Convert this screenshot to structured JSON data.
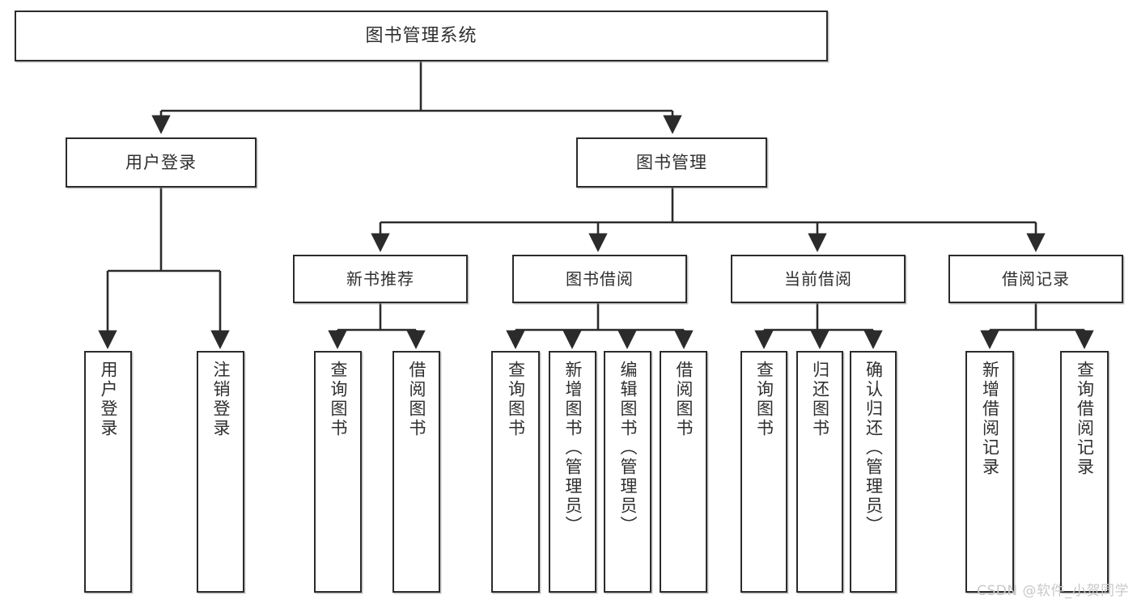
{
  "diagram": {
    "title": "图书管理系统",
    "type": "tree-hierarchy-chart",
    "orientation": "top-down",
    "colors": {
      "box_border": "#2b2b2b",
      "box_fill": "#ffffff",
      "text": "#2f2f2f",
      "connector": "#2b2b2b",
      "watermark": "#c9c9c9",
      "background": "#ffffff"
    }
  },
  "root": {
    "label": "图书管理系统"
  },
  "level2": [
    {
      "label": "用户登录"
    },
    {
      "label": "图书管理"
    }
  ],
  "level3": [
    {
      "label": "新书推荐"
    },
    {
      "label": "图书借阅"
    },
    {
      "label": "当前借阅"
    },
    {
      "label": "借阅记录"
    }
  ],
  "leaves": {
    "user_login": [
      {
        "label": "用户登录"
      },
      {
        "label": "注销登录"
      }
    ],
    "new_book_recommend": [
      {
        "label": "查询图书"
      },
      {
        "label": "借阅图书"
      }
    ],
    "book_borrow": [
      {
        "label": "查询图书"
      },
      {
        "label": "新增图书（管理员）"
      },
      {
        "label": "编辑图书（管理员）"
      },
      {
        "label": "借阅图书"
      }
    ],
    "current_borrow": [
      {
        "label": "查询图书"
      },
      {
        "label": "归还图书"
      },
      {
        "label": "确认归还（管理员）"
      }
    ],
    "borrow_record": [
      {
        "label": "新增借阅记录"
      },
      {
        "label": "查询借阅记录"
      }
    ]
  },
  "watermark": {
    "text": "CSDN @软件_小贺同学"
  }
}
